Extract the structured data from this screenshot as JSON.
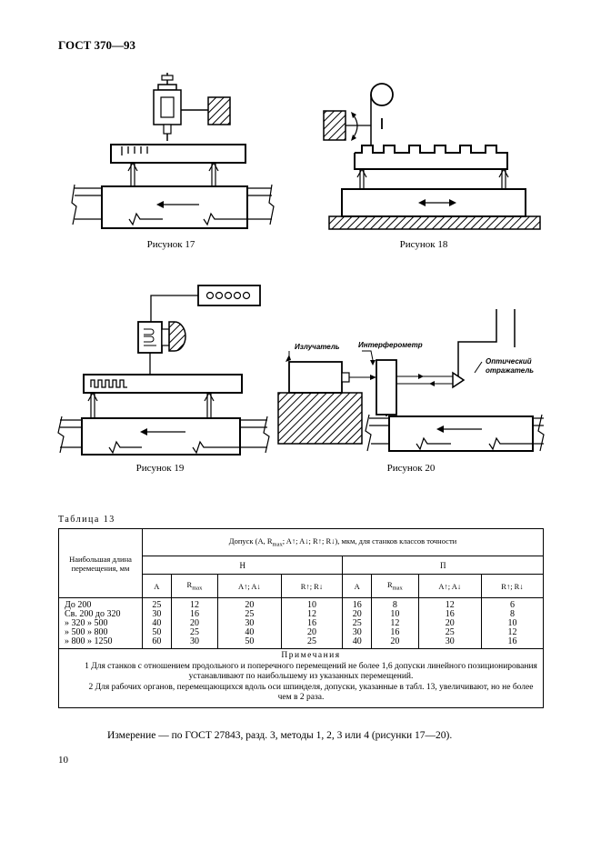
{
  "header": {
    "doc_title": "ГОСТ 370—93"
  },
  "figures": {
    "fig17_caption": "Рисунок 17",
    "fig18_caption": "Рисунок 18",
    "fig19_caption": "Рисунок 19",
    "fig20_caption": "Рисунок 20",
    "fig20_label_emitter": "Излучатель",
    "fig20_label_interferometer": "Интерферометр",
    "fig20_label_reflector_1": "Оптический",
    "fig20_label_reflector_2": "отражатель"
  },
  "table": {
    "caption": "Таблица 13",
    "row_header": "Наибольшая длина перемещения, мм",
    "main_header_prefix": "Допуск (A, R",
    "main_header_sub": "max",
    "main_header_suffix": "; A↑; A↓; R↑; R↓), мкм, для станков классов точности",
    "class_h": "Н",
    "class_p": "П",
    "col_a": "A",
    "col_r": "R",
    "col_r_sub": "max",
    "col_a_dirs": "A↑; A↓",
    "col_r_dirs": "R↑; R↓",
    "rows": [
      {
        "length": "До  200",
        "h_a": "25",
        "h_r": "12",
        "h_ad": "20",
        "h_rd": "10",
        "p_a": "16",
        "p_r": "8",
        "p_ad": "12",
        "p_rd": "6"
      },
      {
        "length": "Св. 200 до   320",
        "h_a": "30",
        "h_r": "16",
        "h_ad": "25",
        "h_rd": "12",
        "p_a": "20",
        "p_r": "10",
        "p_ad": "16",
        "p_rd": "8"
      },
      {
        "length": "»   320  »   500",
        "h_a": "40",
        "h_r": "20",
        "h_ad": "30",
        "h_rd": "16",
        "p_a": "25",
        "p_r": "12",
        "p_ad": "20",
        "p_rd": "10"
      },
      {
        "length": "»   500  »   800",
        "h_a": "50",
        "h_r": "25",
        "h_ad": "40",
        "h_rd": "20",
        "p_a": "30",
        "p_r": "16",
        "p_ad": "25",
        "p_rd": "12"
      },
      {
        "length": "»   800  » 1250",
        "h_a": "60",
        "h_r": "30",
        "h_ad": "50",
        "h_rd": "25",
        "p_a": "40",
        "p_r": "20",
        "p_ad": "30",
        "p_rd": "16"
      }
    ],
    "notes_title": "Примечания",
    "note_1": "1 Для станков с отношением продольного и поперечного перемещений не более 1,6 допуски линейного позиционирования устанавливают по наибольшему из указанных перемещений.",
    "note_2": "2 Для рабочих органов, перемещающихся вдоль оси шпинделя, допуски, указанные в табл. 13, увеличивают, но не более чем в 2 раза."
  },
  "measurement_text": "Измерение — по ГОСТ 27843, разд. 3, методы 1, 2, 3 или 4 (рисунки 17—20).",
  "page_number": "10"
}
